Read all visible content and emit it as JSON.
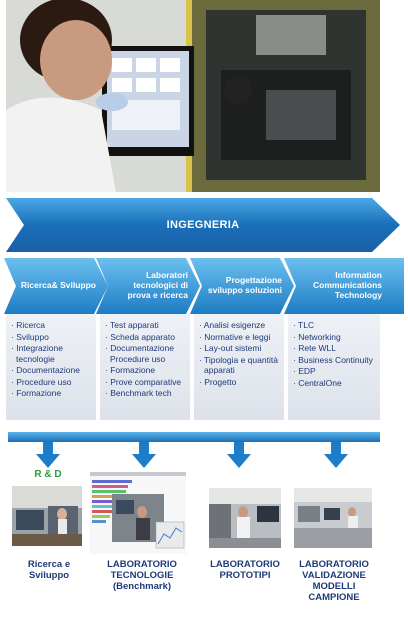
{
  "header": {
    "title": "INGEGNERIA"
  },
  "columns": [
    {
      "title": "Ricerca& Sviluppo",
      "items": [
        "Ricerca",
        "Sviluppo",
        "Integrazione tecnologie",
        "Documentazione",
        "Procedure uso",
        "Formazione"
      ]
    },
    {
      "title": "Laboratori tecnologici di prova e ricerca",
      "items": [
        "Test apparati",
        "Scheda apparato",
        "Documentazione Procedure uso",
        "Formazione",
        "Prove comparative",
        "Benchmark tech"
      ]
    },
    {
      "title": "Progettazione sviluppo soluzioni",
      "items": [
        "Analisi esigenze",
        "Normative e leggi",
        "Lay-out sistemi",
        "Tipologia e quantità apparati",
        "Progetto"
      ]
    },
    {
      "title": "Information Communications Technology",
      "items": [
        "TLC",
        "Networking",
        "Rete WLL",
        "Business Continuity",
        "EDP",
        "CentralOne"
      ]
    }
  ],
  "rd_tag": "R & D",
  "labs": [
    {
      "label": "Ricerca e Sviluppo"
    },
    {
      "label": "LABORATORIO TECNOLOGIE (Benchmark)"
    },
    {
      "label": "LABORATORIO PROTOTIPI"
    },
    {
      "label": "LABORATORIO VALIDAZIONE MODELLI CAMPIONE"
    }
  ],
  "colors": {
    "dark_blue": "#1a5fa8",
    "light_blue": "#3fa0e0",
    "text_blue": "#1e3a78",
    "green": "#2e9e3e"
  }
}
